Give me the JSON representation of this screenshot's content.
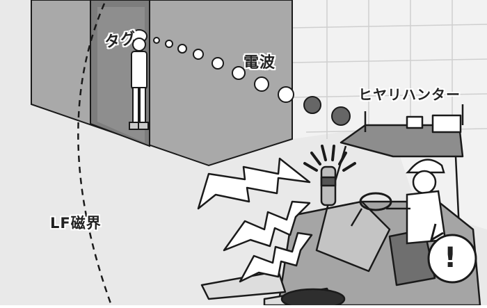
{
  "labels": {
    "tag": "タグ",
    "radio_wave": "電波",
    "hiyari_hunter": "ヒヤリハンター",
    "lf_field": "LF磁界",
    "alert_mark": "!"
  },
  "colors": {
    "background": "#ffffff",
    "floor": "#e9e9e9",
    "wall": "#f2f2f2",
    "doorway_wall": "#a9a9a9",
    "door_interior": "#7d7d7d",
    "dot_dark": "#666666",
    "outline": "#1a1a1a"
  }
}
